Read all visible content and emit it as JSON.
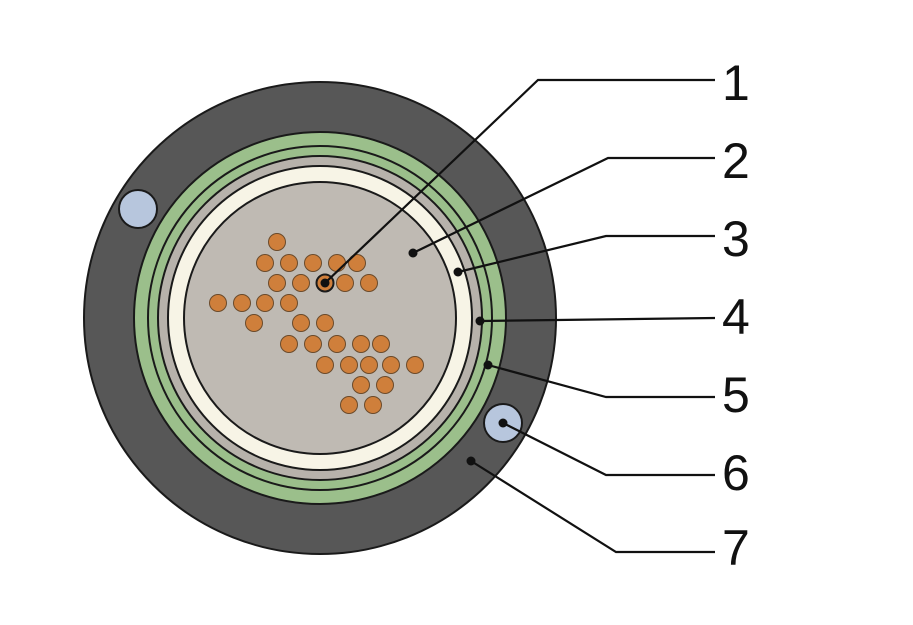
{
  "diagram": {
    "colors": {
      "outer_sheath": "#575757",
      "armor_layer": "#9bbf8b",
      "inner_sheath": "#b7b2ab",
      "water_block_layer": "#f7f4e6",
      "core_fill": "#bfbab3",
      "fiber": "#cf7f3b",
      "strength_member": "#b7c6dd",
      "outline": "#1a1a1a"
    },
    "callouts": [
      {
        "id": "1",
        "label": "1"
      },
      {
        "id": "2",
        "label": "2"
      },
      {
        "id": "3",
        "label": "3"
      },
      {
        "id": "4",
        "label": "4"
      },
      {
        "id": "5",
        "label": "5"
      },
      {
        "id": "6",
        "label": "6"
      },
      {
        "id": "7",
        "label": "7"
      }
    ]
  }
}
